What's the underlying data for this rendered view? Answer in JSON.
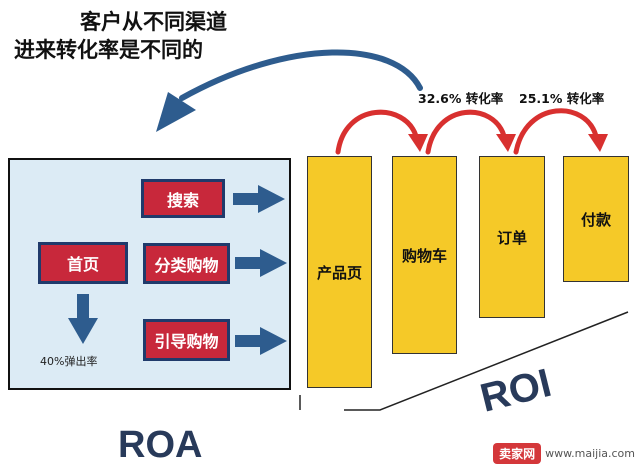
{
  "title": {
    "line1": "客户从不同渠道",
    "line2": "进来转化率是不同的"
  },
  "entry_channels": {
    "home": "首页",
    "search": "搜索",
    "category": "分类购物",
    "guided": "引导购物",
    "bounce_rate": "40%弹出率"
  },
  "funnel_steps": [
    "产品页",
    "购物车",
    "订单",
    "付款"
  ],
  "conversion_rates": [
    "32.6% 转化率",
    "25.1% 转化率"
  ],
  "labels": {
    "roa": "ROA",
    "roi": "ROI"
  },
  "watermark": {
    "badge": "卖家网",
    "url": "www.maijia.com"
  },
  "colors": {
    "red_box": "#c8283b",
    "red_box_border": "#203a6b",
    "blue_arrow": "#2e5c8e",
    "red_arrow": "#d8302f",
    "yellow_box": "#f5c928",
    "panel_bg": "#dcebf5",
    "label_text": "#283a5a"
  },
  "icons": [
    "arrow-right-icon",
    "arrow-down-icon",
    "curved-return-arrow-icon",
    "curved-conversion-arrow-icon"
  ]
}
